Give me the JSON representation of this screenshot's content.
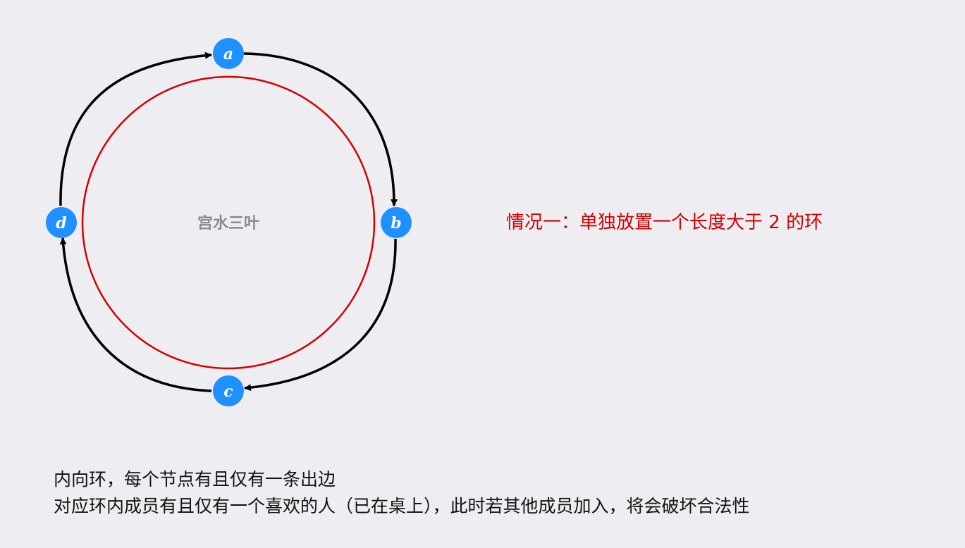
{
  "colors": {
    "background": "#eeedf2",
    "node_fill": "#1e90ff",
    "node_text": "#ffffff",
    "edge": "#000000",
    "cycle_circle": "#d40000",
    "case_title": "#d40000",
    "note_text": "#111111",
    "watermark": "#8a8a8a"
  },
  "diagram": {
    "watermark": "宫水三叶",
    "nodes": [
      {
        "id": "a",
        "label": "a"
      },
      {
        "id": "b",
        "label": "b"
      },
      {
        "id": "c",
        "label": "c"
      },
      {
        "id": "d",
        "label": "d"
      }
    ],
    "edges": [
      {
        "from": "a",
        "to": "b"
      },
      {
        "from": "b",
        "to": "c"
      },
      {
        "from": "c",
        "to": "d"
      },
      {
        "from": "d",
        "to": "a"
      }
    ]
  },
  "case_title": "情况一：单独放置一个长度大于 2 的环",
  "notes": [
    "内向环，每个节点有且仅有一条出边",
    "对应环内成员有且仅有一个喜欢的人（已在桌上），此时若其他成员加入，将会破坏合法性"
  ]
}
